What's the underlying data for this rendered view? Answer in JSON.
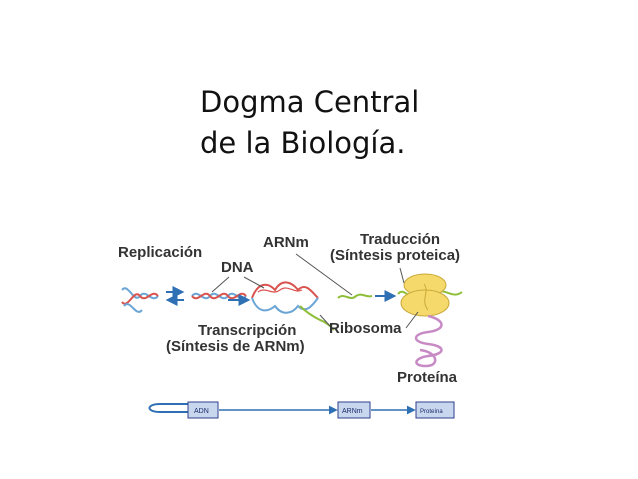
{
  "title": {
    "line1": "Dogma Central",
    "line2": "de la Biología."
  },
  "diagram": {
    "labels": {
      "replicacion": "Replicación",
      "dna": "DNA",
      "arnm": "ARNm",
      "traduccion": "Traducción",
      "sintesis_proteica": "(Síntesis proteica)",
      "transcripcion": "Transcripción",
      "sintesis_arnm": "(Síntesis de ARNm)",
      "ribosoma": "Ribosoma",
      "proteina": "Proteína"
    },
    "flow": {
      "box1": "ADN",
      "box2": "ARNm",
      "box3": "Proteína"
    },
    "colors": {
      "dna_strand_a": "#d9534f",
      "dna_strand_b": "#6aa5d6",
      "mrna": "#8fbf3a",
      "ribosome": "#f6d96b",
      "protein": "#c78ac4",
      "arrow": "#2f6fb3",
      "box_fill": "#c9d7ee",
      "box_stroke": "#2f3f8f"
    }
  }
}
